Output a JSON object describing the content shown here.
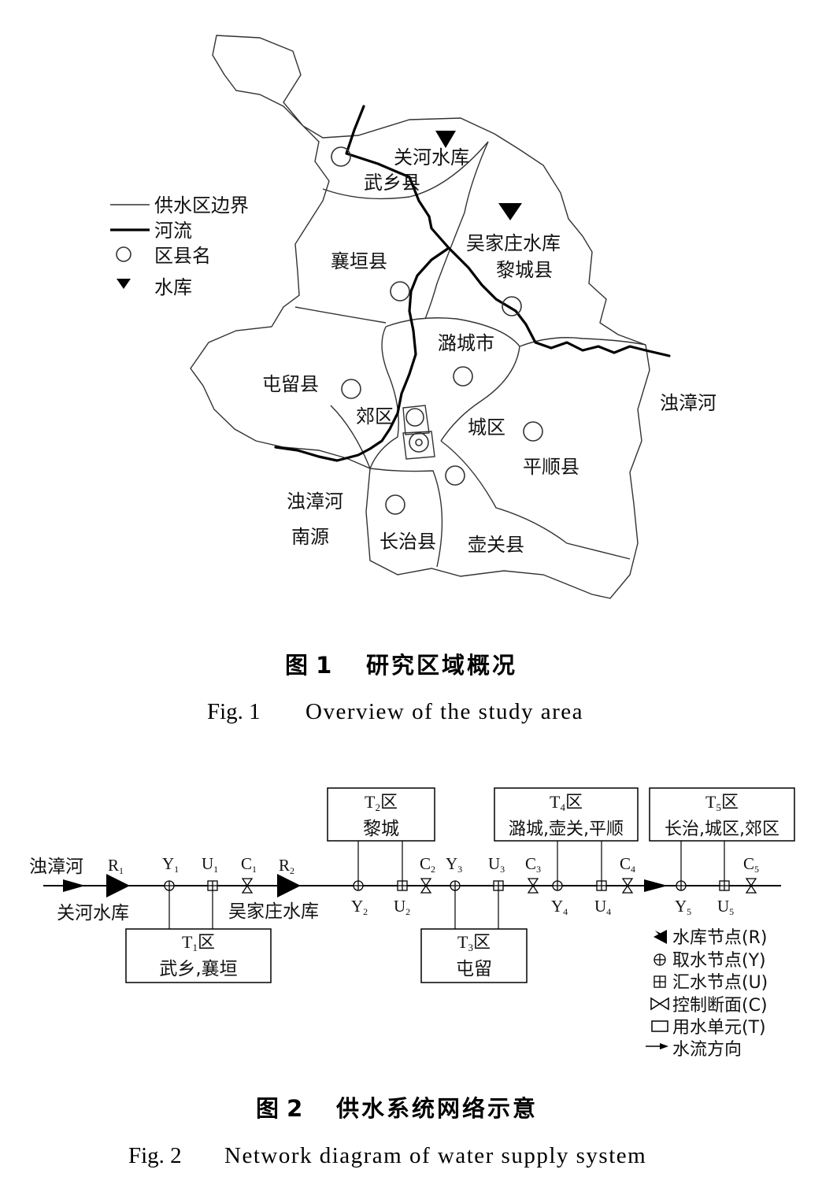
{
  "figure1": {
    "caption_zh_label": "图 1",
    "caption_zh": "研究区域概况",
    "caption_en_label": "Fig. 1",
    "caption_en": "Overview of the study area",
    "legend": [
      {
        "symbol": "thin-line",
        "label": "供水区边界"
      },
      {
        "symbol": "thick-line",
        "label": "河流"
      },
      {
        "symbol": "circle",
        "label": "区县名"
      },
      {
        "symbol": "triangle-down",
        "label": "水库"
      }
    ],
    "reservoirs": [
      "关河水库",
      "吴家庄水库"
    ],
    "counties": [
      "武乡县",
      "黎城县",
      "襄垣县",
      "潞城市",
      "屯留县",
      "郊区",
      "城区",
      "平顺县",
      "长治县",
      "壶关县"
    ],
    "rivers": [
      "浊漳河",
      "浊漳河",
      "南源"
    ]
  },
  "figure2": {
    "caption_zh_label": "图 2",
    "caption_zh": "供水系统网络示意",
    "caption_en_label": "Fig. 2",
    "caption_en": "Network diagram of water supply system",
    "river_name": "浊漳河",
    "reservoir1_name": "关河水库",
    "reservoir2_name": "吴家庄水库",
    "nodes": {
      "R1": {
        "main": "R",
        "sub": "1"
      },
      "R2": {
        "main": "R",
        "sub": "2"
      },
      "Y1": {
        "main": "Y",
        "sub": "1"
      },
      "Y2": {
        "main": "Y",
        "sub": "2"
      },
      "Y3": {
        "main": "Y",
        "sub": "3"
      },
      "Y4": {
        "main": "Y",
        "sub": "4"
      },
      "Y5": {
        "main": "Y",
        "sub": "5"
      },
      "U1": {
        "main": "U",
        "sub": "1"
      },
      "U2": {
        "main": "U",
        "sub": "2"
      },
      "U3": {
        "main": "U",
        "sub": "3"
      },
      "U4": {
        "main": "U",
        "sub": "4"
      },
      "U5": {
        "main": "U",
        "sub": "5"
      },
      "C1": {
        "main": "C",
        "sub": "1"
      },
      "C2": {
        "main": "C",
        "sub": "2"
      },
      "C3": {
        "main": "C",
        "sub": "3"
      },
      "C4": {
        "main": "C",
        "sub": "4"
      },
      "C5": {
        "main": "C",
        "sub": "5"
      }
    },
    "units": {
      "T1": {
        "main": "T",
        "sub": "1",
        "suffix": "区",
        "members": "武乡,襄垣"
      },
      "T2": {
        "main": "T",
        "sub": "2",
        "suffix": "区",
        "members": "黎城"
      },
      "T3": {
        "main": "T",
        "sub": "3",
        "suffix": "区",
        "members": "屯留"
      },
      "T4": {
        "main": "T",
        "sub": "4",
        "suffix": "区",
        "members": "潞城,壶关,平顺"
      },
      "T5": {
        "main": "T",
        "sub": "5",
        "suffix": "区",
        "members": "长治,城区,郊区"
      }
    },
    "legend": [
      {
        "symbol": "reservoir",
        "label": "水库节点(R)"
      },
      {
        "symbol": "intake",
        "label": "取水节点(Y)"
      },
      {
        "symbol": "confluence",
        "label": "汇水节点(U)"
      },
      {
        "symbol": "control",
        "label": "控制断面(C)"
      },
      {
        "symbol": "unit",
        "label": "用水单元(T)"
      },
      {
        "symbol": "arrow",
        "label": "水流方向"
      }
    ]
  }
}
